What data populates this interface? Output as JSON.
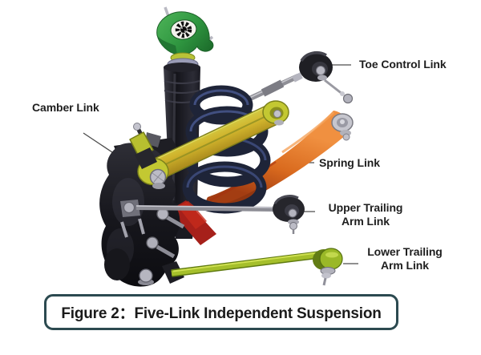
{
  "figure": {
    "caption": "Figure 2：Five-Link Independent Suspension"
  },
  "labels": {
    "toe_control_link": "Toe Control Link",
    "camber_link": "Camber Link",
    "spring_link": "Spring Link",
    "upper_trailing_arm_link": {
      "line1": "Upper Trailing",
      "line2": "Arm Link"
    },
    "lower_trailing_arm_link": {
      "line1": "Lower Trailing",
      "line2": "Arm Link"
    }
  },
  "colors": {
    "background": "#ffffff",
    "caption_border": "#2c4a50",
    "label_text": "#1e1e1e",
    "mount_green": "#2f9640",
    "coil_spring_navy": "#1e2438",
    "shock_black": "#17171d",
    "spring_link_yellow": "#d0b32c",
    "spring_link_orange": "#d96a1e",
    "lower_arm_chartreuse": "#a5bf2b",
    "link_rod_gray": "#8d8d95",
    "leader_line": "#4d4d4d"
  }
}
